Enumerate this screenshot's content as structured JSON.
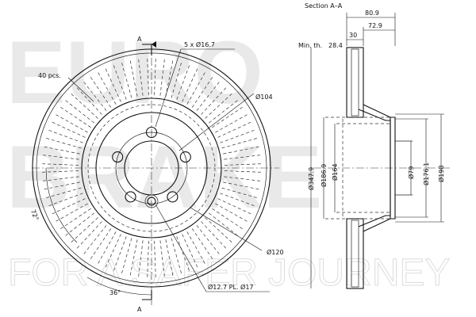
{
  "watermark": {
    "line1": "EURO",
    "line2": "BRAKE",
    "tagline": "FOR A SAFER JOURNEY"
  },
  "front_view": {
    "section_marker_top": "A",
    "section_marker_bottom": "A",
    "label_bolt_holes": "5 x Ø16.7",
    "label_vanes": "40 pcs.",
    "label_pcd": "Ø104",
    "label_hub": "Ø120",
    "label_pin": "Ø12.7 PL. Ø17",
    "label_angle_72": "72°",
    "label_angle_36": "36°"
  },
  "section_view": {
    "title": "Section A–A",
    "dim_overall_height": "80.9",
    "dim_hat_height": "72.9",
    "dim_thickness": "30",
    "min_thickness_label": "Min. th.",
    "min_thickness_value": "28.4",
    "dia_outer": "Ø347.9",
    "dia_186": "Ø186.9",
    "dia_164": "Ø164",
    "dia_79": "Ø79",
    "dia_176": "Ø176.1",
    "dia_198": "Ø198"
  }
}
